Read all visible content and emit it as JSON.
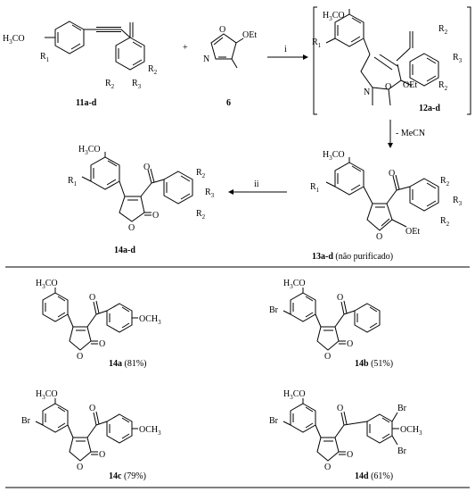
{
  "atoms": {
    "h3co": "H3CO",
    "h3co_h3": "H",
    "h3co_3": "3",
    "h3co_co": "CO",
    "r1": "R",
    "r1_sub": "1",
    "r2": "R",
    "r2_sub": "2",
    "r3": "R",
    "r3_sub": "3",
    "oet": "OEt",
    "o": "O",
    "n": "N",
    "br": "Br",
    "och3": "OCH",
    "och3_sub": "3"
  },
  "reagent_plus": "+",
  "steps": {
    "i": "i",
    "ii": "ii",
    "byproduct": "- MeCN"
  },
  "compounds": {
    "c11": {
      "num": "11",
      "suffix": "a-d"
    },
    "c6": {
      "num": "6"
    },
    "c12": {
      "num": "12",
      "suffix": "a-d"
    },
    "c13": {
      "num": "13",
      "suffix": "a-d",
      "note": " (não purificado)"
    },
    "c14": {
      "num": "14",
      "suffix": "a-d"
    },
    "c14a": {
      "num": "14",
      "suffix": "a",
      "yield": " (81%)"
    },
    "c14b": {
      "num": "14",
      "suffix": "b",
      "yield": " (51%)"
    },
    "c14c": {
      "num": "14",
      "suffix": "c",
      "yield": " (79%)"
    },
    "c14d": {
      "num": "14",
      "suffix": "d",
      "yield": " (61%)"
    }
  }
}
